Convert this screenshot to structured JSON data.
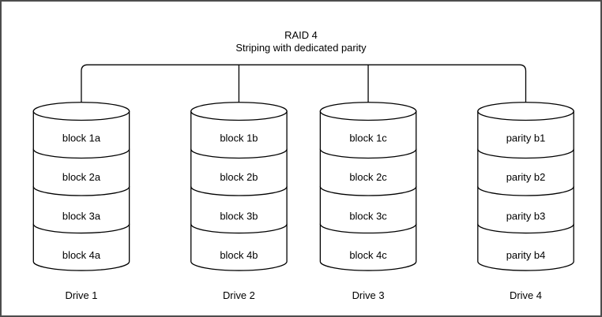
{
  "diagram": {
    "title": "RAID 4",
    "subtitle": "Striping with dedicated parity"
  },
  "drives": [
    {
      "label": "Drive 1",
      "blocks": [
        "block 1a",
        "block 2a",
        "block 3a",
        "block 4a"
      ]
    },
    {
      "label": "Drive 2",
      "blocks": [
        "block 1b",
        "block 2b",
        "block 3b",
        "block 4b"
      ]
    },
    {
      "label": "Drive 3",
      "blocks": [
        "block 1c",
        "block 2c",
        "block 3c",
        "block 4c"
      ]
    },
    {
      "label": "Drive 4",
      "blocks": [
        "parity b1",
        "parity b2",
        "parity b3",
        "parity b4"
      ]
    }
  ],
  "colors": {
    "line": "#000000",
    "text": "#000000",
    "background": "#ffffff",
    "border": "#4d4d4d"
  }
}
